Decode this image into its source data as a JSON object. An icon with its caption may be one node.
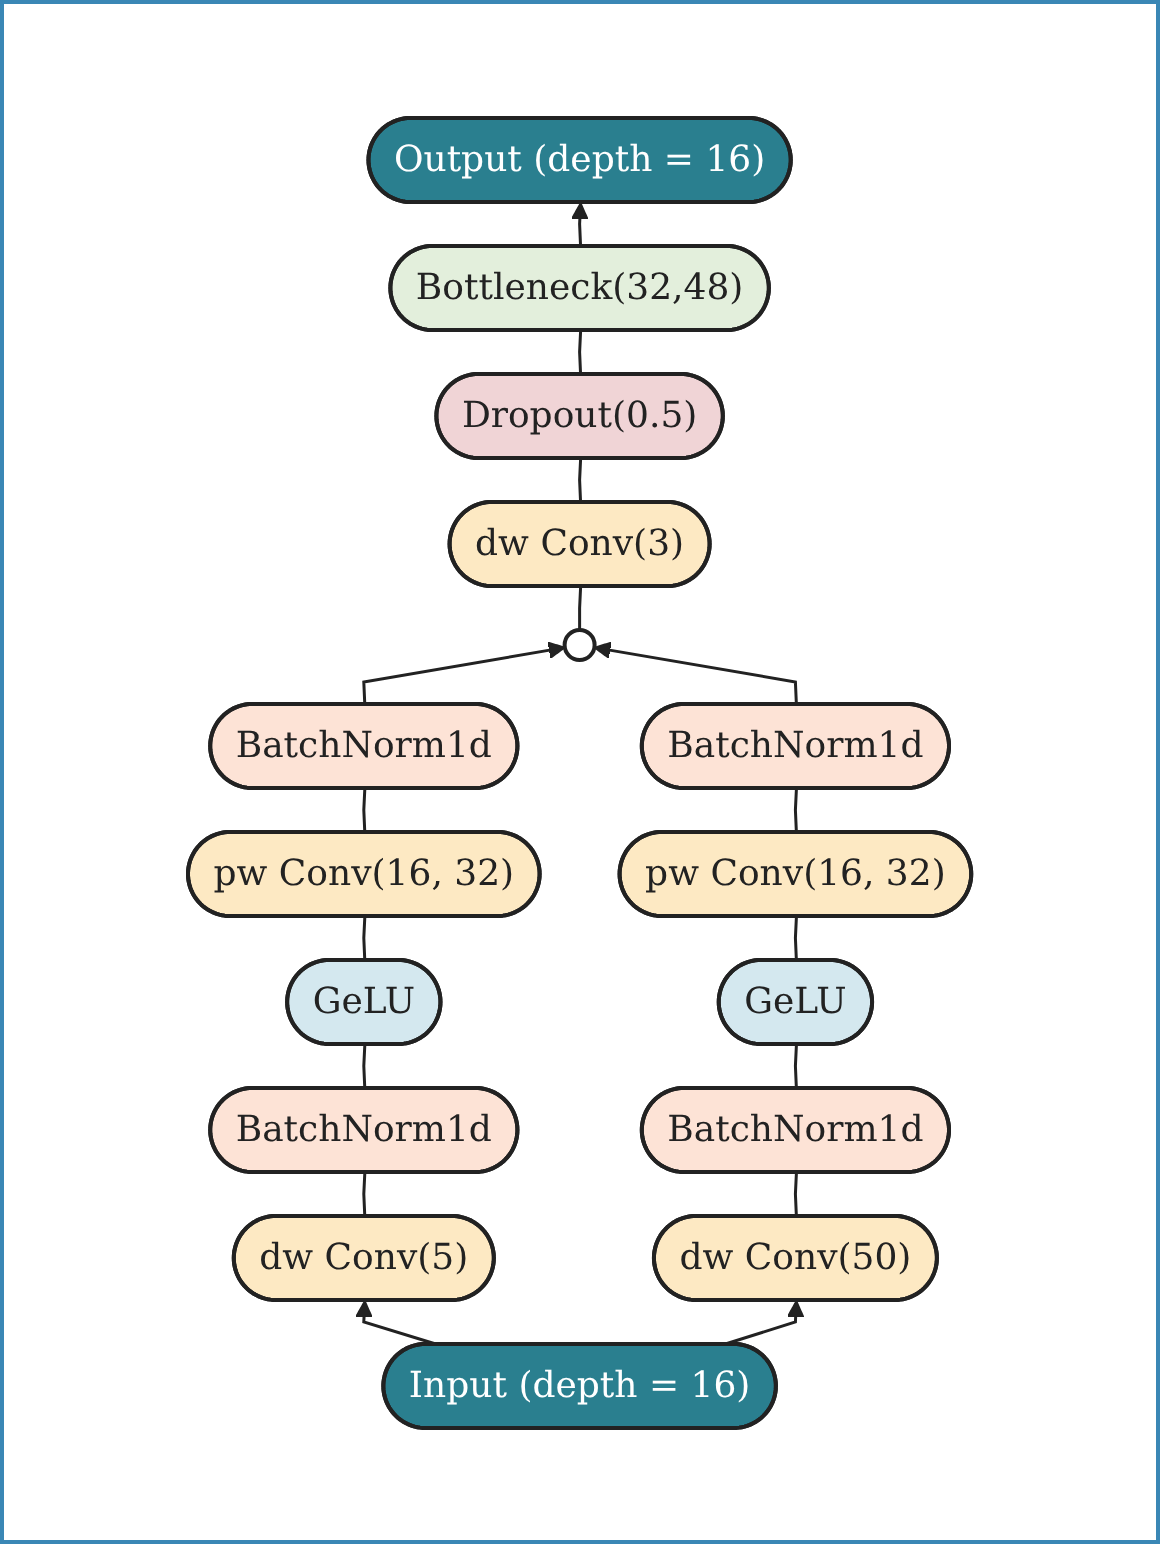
{
  "diagram": {
    "nodes": [
      {
        "text": [
          "Output (depth = 16)"
        ]
      },
      {
        "text": [
          "Bottleneck(32,48)"
        ]
      },
      {
        "text": [
          "Dropout(0.5)"
        ]
      },
      {
        "text": [
          "dw Conv(3)"
        ]
      },
      {
        "text": [],
        "shape": "circle"
      },
      {
        "text": [
          "BatchNorm1d"
        ]
      },
      {
        "text": [
          "BatchNorm1d"
        ]
      },
      {
        "text": [
          "pw Conv(16, 32)"
        ]
      },
      {
        "text": [
          "pw Conv(16, 32)"
        ]
      },
      {
        "text": [
          "GeLU"
        ]
      },
      {
        "text": [
          "GeLU"
        ]
      },
      {
        "text": [
          "BatchNorm1d"
        ]
      },
      {
        "text": [
          "BatchNorm1d"
        ]
      },
      {
        "text": [
          "dw Conv(5)"
        ]
      },
      {
        "text": [
          "dw Conv(50)"
        ]
      },
      {
        "text": [
          "Input (depth = 16)"
        ]
      }
    ],
    "edges": [
      {
        "from": 15,
        "to": 13,
        "arrow": "to"
      },
      {
        "from": 15,
        "to": 14,
        "arrow": "to"
      },
      {
        "from": 13,
        "to": 11,
        "arrow": "none"
      },
      {
        "from": 14,
        "to": 12,
        "arrow": "none"
      },
      {
        "from": 11,
        "to": 9,
        "arrow": "none"
      },
      {
        "from": 12,
        "to": 10,
        "arrow": "none"
      },
      {
        "from": 9,
        "to": 7,
        "arrow": "none"
      },
      {
        "from": 10,
        "to": 8,
        "arrow": "none"
      },
      {
        "from": 7,
        "to": 5,
        "arrow": "none"
      },
      {
        "from": 8,
        "to": 6,
        "arrow": "none"
      },
      {
        "from": 5,
        "to": 4,
        "arrow": "to"
      },
      {
        "from": 6,
        "to": 4,
        "arrow": "to"
      },
      {
        "from": 4,
        "to": 3,
        "arrow": "none"
      },
      {
        "from": 3,
        "to": 2,
        "arrow": "none"
      },
      {
        "from": 2,
        "to": 1,
        "arrow": "none"
      },
      {
        "from": 1,
        "to": 0,
        "arrow": "to"
      }
    ]
  }
}
